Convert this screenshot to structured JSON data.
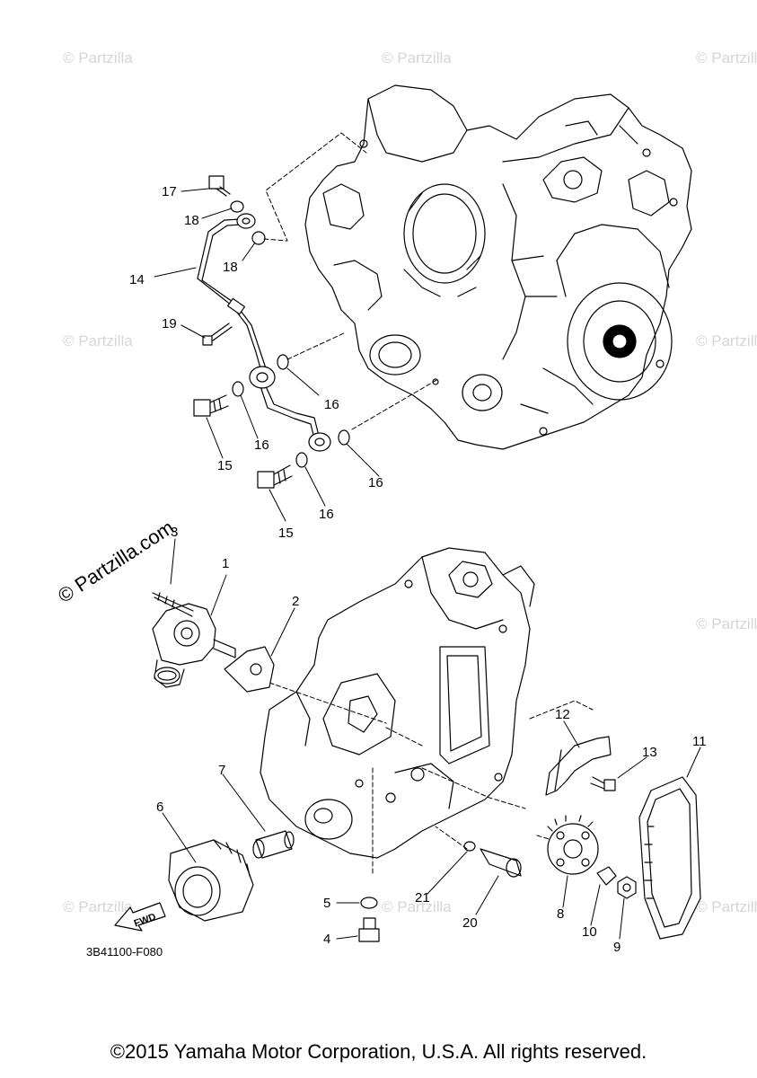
{
  "watermark": {
    "text": "© Partzilla.com",
    "text_short": "© Partzilla"
  },
  "diagram_code": "3B41100-F080",
  "fwd_label": "FWD",
  "copyright": "©2015 Yamaha Motor Corporation, U.S.A. All rights reserved.",
  "callouts": {
    "c1": "1",
    "c2": "2",
    "c3": "3",
    "c4": "4",
    "c5": "5",
    "c6": "6",
    "c7": "7",
    "c8": "8",
    "c9": "9",
    "c10": "10",
    "c11": "11",
    "c12": "12",
    "c13": "13",
    "c14": "14",
    "c15a": "15",
    "c15b": "15",
    "c16a": "16",
    "c16b": "16",
    "c16c": "16",
    "c16d": "16",
    "c17": "17",
    "c18a": "18",
    "c18b": "18",
    "c19": "19",
    "c20": "20",
    "c21": "21"
  }
}
